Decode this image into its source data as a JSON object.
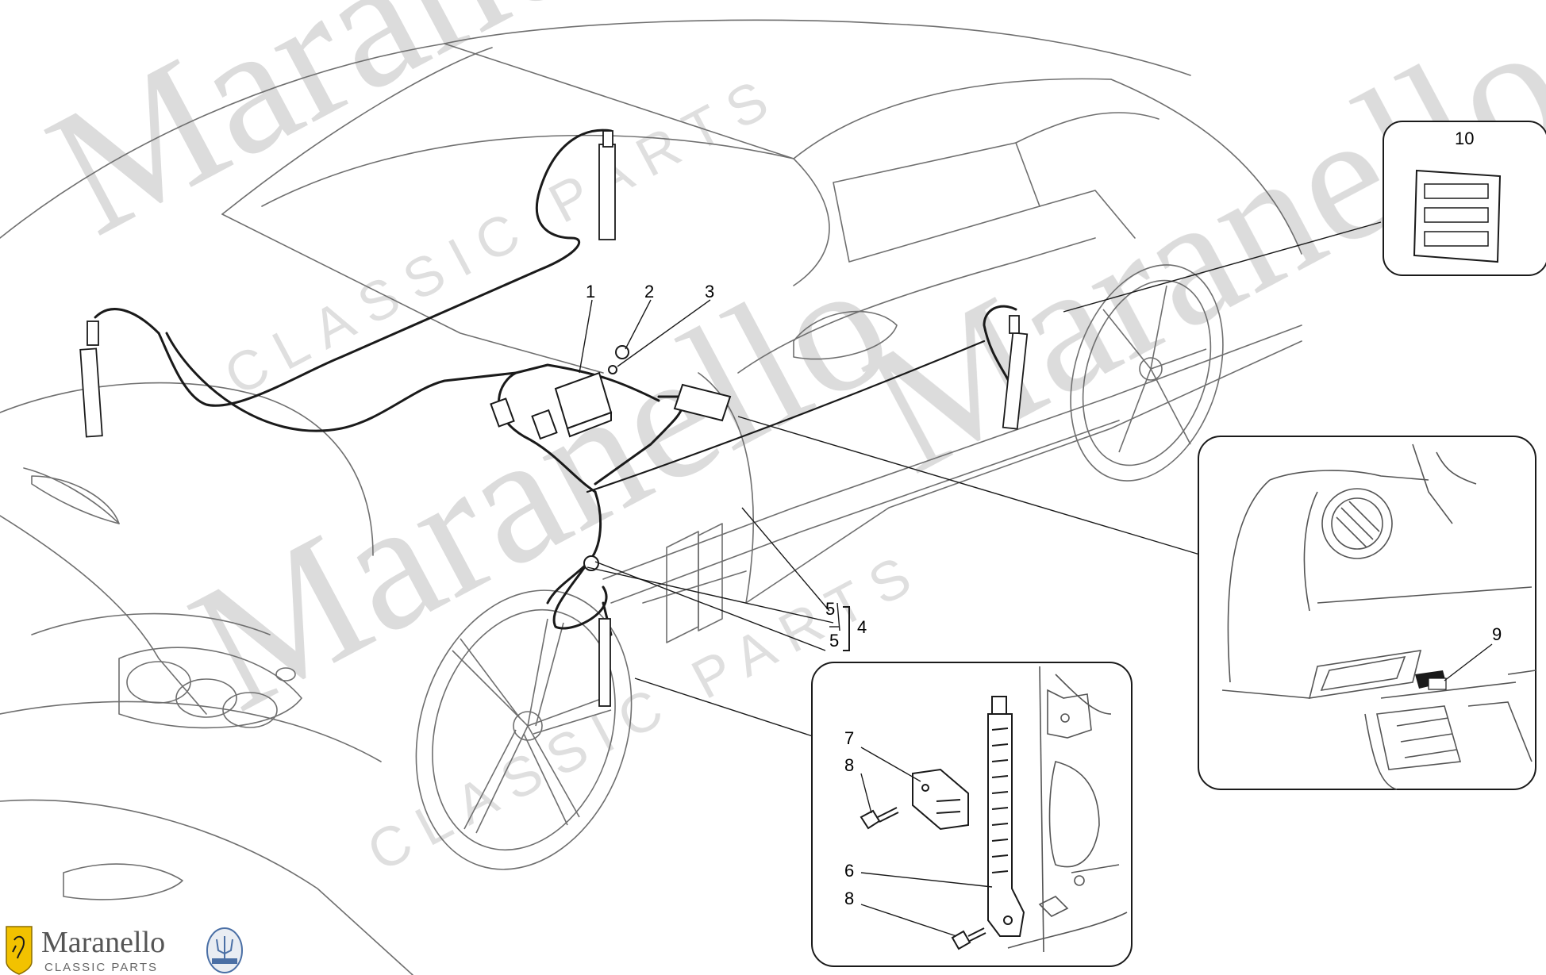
{
  "diagram": {
    "callouts": {
      "c1": "1",
      "c2": "2",
      "c3": "3",
      "c4": "4",
      "c5a": "5",
      "c5b": "5",
      "c6": "6",
      "c7": "7",
      "c8a": "8",
      "c8b": "8",
      "c9": "9",
      "c10": "10"
    }
  },
  "watermark": {
    "word": "Maranello",
    "sub": "CLASSIC PARTS"
  },
  "brand": {
    "name": "Maranello",
    "sub": "CLASSIC PARTS",
    "colors": {
      "shield": "#f2c200",
      "accent": "#4a6fa5"
    }
  }
}
